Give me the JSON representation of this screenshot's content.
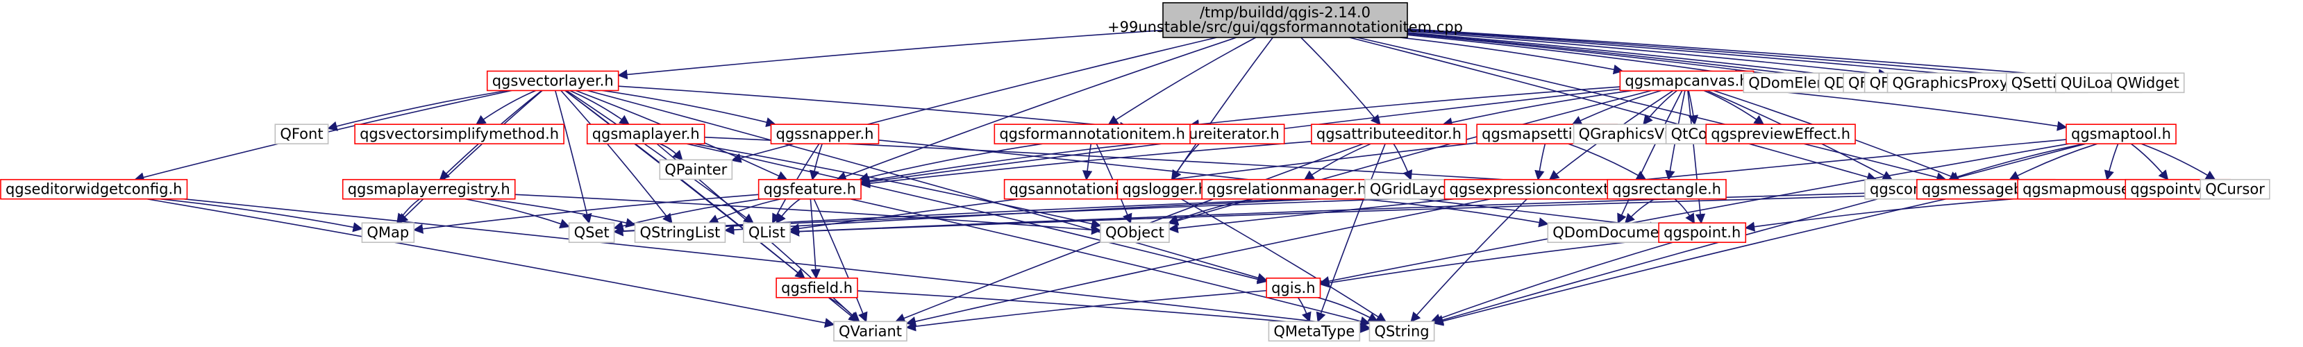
{
  "root": {
    "line1": "/tmp/buildd/qgis-2.14.0",
    "line2": "+99unstable/src/gui/qgsformannotationitem.cpp"
  },
  "colors": {
    "root_fill": "#bfbfbf",
    "root_stroke": "#000000",
    "documented_stroke": "#ff0000",
    "external_stroke": "#bfbfbf",
    "edge": "#191970",
    "background": "#ffffff"
  },
  "nodes": [
    {
      "id": "qgsvectorlayer",
      "label": "qgsvectorlayer.h",
      "kind": "documented"
    },
    {
      "id": "qgsmapcanvas",
      "label": "qgsmapcanvas.h",
      "kind": "documented"
    },
    {
      "id": "qdomelement",
      "label": "QDomElement",
      "kind": "external"
    },
    {
      "id": "qdir",
      "label": "QDir",
      "kind": "external"
    },
    {
      "id": "qfile",
      "label": "QFile",
      "kind": "external"
    },
    {
      "id": "qfileinfo",
      "label": "QFileInfo",
      "kind": "external"
    },
    {
      "id": "qgraphicsproxywidget",
      "label": "QGraphicsProxyWidget",
      "kind": "external"
    },
    {
      "id": "qsettings",
      "label": "QSettings",
      "kind": "external"
    },
    {
      "id": "quiloader",
      "label": "QUiLoader",
      "kind": "external"
    },
    {
      "id": "qwidget",
      "label": "QWidget",
      "kind": "external"
    },
    {
      "id": "qfont",
      "label": "QFont",
      "kind": "external"
    },
    {
      "id": "qgsvectorsimplifymethod",
      "label": "qgsvectorsimplifymethod.h",
      "kind": "documented"
    },
    {
      "id": "qgsmaplayer",
      "label": "qgsmaplayer.h",
      "kind": "documented"
    },
    {
      "id": "qgssnapper",
      "label": "qgssnapper.h",
      "kind": "documented"
    },
    {
      "id": "qgsfeatureiterator",
      "label": "qgsfeatureiterator.h",
      "kind": "documented"
    },
    {
      "id": "qgsformannotationitem",
      "label": "qgsformannotationitem.h",
      "kind": "documented"
    },
    {
      "id": "qgsattributeeditor",
      "label": "qgsattributeeditor.h",
      "kind": "documented"
    },
    {
      "id": "qgsmapsettings",
      "label": "qgsmapsettings.h",
      "kind": "documented"
    },
    {
      "id": "qgraphicsview",
      "label": "QGraphicsView",
      "kind": "external"
    },
    {
      "id": "qtcore",
      "label": "QtCore",
      "kind": "external"
    },
    {
      "id": "qgspreviewEffect",
      "label": "qgspreviewEffect.h",
      "kind": "documented"
    },
    {
      "id": "qgsmaptool",
      "label": "qgsmaptool.h",
      "kind": "documented"
    },
    {
      "id": "qgseditorwidgetconfig",
      "label": "qgseditorwidgetconfig.h",
      "kind": "documented"
    },
    {
      "id": "qpainter",
      "label": "QPainter",
      "kind": "external"
    },
    {
      "id": "qgsmaplayerregistry",
      "label": "qgsmaplayerregistry.h",
      "kind": "documented"
    },
    {
      "id": "qgsfeature",
      "label": "qgsfeature.h",
      "kind": "documented"
    },
    {
      "id": "qgsannotationitem",
      "label": "qgsannotationitem.h",
      "kind": "documented"
    },
    {
      "id": "qgslogger",
      "label": "qgslogger.h",
      "kind": "documented"
    },
    {
      "id": "qgsrelationmanager",
      "label": "qgsrelationmanager.h",
      "kind": "documented"
    },
    {
      "id": "qgridlayout",
      "label": "QGridLayout",
      "kind": "external"
    },
    {
      "id": "qgsexpressioncontext",
      "label": "qgsexpressioncontext.h",
      "kind": "documented"
    },
    {
      "id": "qgsrectangle",
      "label": "qgsrectangle.h",
      "kind": "documented"
    },
    {
      "id": "qgsconfig",
      "label": "qgsconfig.h",
      "kind": "external"
    },
    {
      "id": "qgsmessagebar",
      "label": "qgsmessagebar.h",
      "kind": "documented"
    },
    {
      "id": "qgsmapmouseevent",
      "label": "qgsmapmouseevent.h",
      "kind": "documented"
    },
    {
      "id": "qgspointv2",
      "label": "qgspointv2.h",
      "kind": "documented"
    },
    {
      "id": "qcursor",
      "label": "QCursor",
      "kind": "external"
    },
    {
      "id": "qmap",
      "label": "QMap",
      "kind": "external"
    },
    {
      "id": "qset",
      "label": "QSet",
      "kind": "external"
    },
    {
      "id": "qstringlist",
      "label": "QStringList",
      "kind": "external"
    },
    {
      "id": "qlist",
      "label": "QList",
      "kind": "external"
    },
    {
      "id": "qobject",
      "label": "QObject",
      "kind": "external"
    },
    {
      "id": "qdomdocument",
      "label": "QDomDocument",
      "kind": "external"
    },
    {
      "id": "qgspoint",
      "label": "qgspoint.h",
      "kind": "documented"
    },
    {
      "id": "qgsfield",
      "label": "qgsfield.h",
      "kind": "documented"
    },
    {
      "id": "qgis",
      "label": "qgis.h",
      "kind": "documented"
    },
    {
      "id": "qvariant",
      "label": "QVariant",
      "kind": "external"
    },
    {
      "id": "qmetatype",
      "label": "QMetaType",
      "kind": "external"
    },
    {
      "id": "qstring",
      "label": "QString",
      "kind": "external"
    }
  ],
  "edges": [
    [
      "root",
      "qgsvectorlayer"
    ],
    [
      "root",
      "qgsmapcanvas"
    ],
    [
      "root",
      "qdomelement"
    ],
    [
      "root",
      "qdir"
    ],
    [
      "root",
      "qfile"
    ],
    [
      "root",
      "qfileinfo"
    ],
    [
      "root",
      "qgraphicsproxywidget"
    ],
    [
      "root",
      "qsettings"
    ],
    [
      "root",
      "quiloader"
    ],
    [
      "root",
      "qwidget"
    ],
    [
      "root",
      "qgsformannotationitem"
    ],
    [
      "root",
      "qgsattributeeditor"
    ],
    [
      "root",
      "qgsfeature"
    ],
    [
      "root",
      "qgslogger"
    ],
    [
      "root",
      "qpainter"
    ],
    [
      "root",
      "qgsconfig"
    ],
    [
      "root",
      "qgsmessagebar"
    ],
    [
      "qgsvectorlayer",
      "qfont"
    ],
    [
      "qgsvectorlayer",
      "qgsvectorsimplifymethod"
    ],
    [
      "qgsvectorlayer",
      "qgsmaplayer"
    ],
    [
      "qgsvectorlayer",
      "qgssnapper"
    ],
    [
      "qgsvectorlayer",
      "qgsfeatureiterator"
    ],
    [
      "qgsvectorlayer",
      "qgseditorwidgetconfig"
    ],
    [
      "qgsvectorlayer",
      "qgsmaplayerregistry"
    ],
    [
      "qgsvectorlayer",
      "qgsfeature"
    ],
    [
      "qgsvectorlayer",
      "qmap"
    ],
    [
      "qgsvectorlayer",
      "qset"
    ],
    [
      "qgsvectorlayer",
      "qstringlist"
    ],
    [
      "qgsvectorlayer",
      "qlist"
    ],
    [
      "qgsvectorlayer",
      "qgsfield"
    ],
    [
      "qgsvectorlayer",
      "qgis"
    ],
    [
      "qgsvectorlayer",
      "qvariant"
    ],
    [
      "qgsmaplayer",
      "qpainter"
    ],
    [
      "qgsmaplayer",
      "qgsrectangle"
    ],
    [
      "qgsmaplayer",
      "qobject"
    ],
    [
      "qgsmaplayer",
      "qgis"
    ],
    [
      "qgsmaplayer",
      "qvariant"
    ],
    [
      "qgssnapper",
      "qgsfeature"
    ],
    [
      "qgssnapper",
      "qlist"
    ],
    [
      "qgssnapper",
      "qgspoint"
    ],
    [
      "qgsfeatureiterator",
      "qgsfeature"
    ],
    [
      "qgsfeatureiterator",
      "qgslogger"
    ],
    [
      "qgsmapcanvas",
      "qgsformannotationitem"
    ],
    [
      "qgsmapcanvas",
      "qgsattributeeditor"
    ],
    [
      "qgsmapcanvas",
      "qgsmapsettings"
    ],
    [
      "qgsmapcanvas",
      "qgraphicsview"
    ],
    [
      "qgsmapcanvas",
      "qtcore"
    ],
    [
      "qgsmapcanvas",
      "qgspreviewEffect"
    ],
    [
      "qgsmapcanvas",
      "qgsmaptool"
    ],
    [
      "qgsmapcanvas",
      "qgsconfig"
    ],
    [
      "qgsmapcanvas",
      "qgsmessagebar"
    ],
    [
      "qgsmapcanvas",
      "qgsrectangle"
    ],
    [
      "qgsmapcanvas",
      "qgspoint"
    ],
    [
      "qgsmapcanvas",
      "qdomdocument"
    ],
    [
      "qgsmapcanvas",
      "qgsexpressioncontext"
    ],
    [
      "qgsmapcanvas",
      "qgsfeature"
    ],
    [
      "qgsmapcanvas",
      "qobject"
    ],
    [
      "qgsformannotationitem",
      "qgsfeature"
    ],
    [
      "qgsformannotationitem",
      "qgsannotationitem"
    ],
    [
      "qgsformannotationitem",
      "qobject"
    ],
    [
      "qgsattributeeditor",
      "qgsfeature"
    ],
    [
      "qgsattributeeditor",
      "qgsrelationmanager"
    ],
    [
      "qgsattributeeditor",
      "qgridlayout"
    ],
    [
      "qgsattributeeditor",
      "qvariant"
    ],
    [
      "qgsattributeeditor",
      "qmetatype"
    ],
    [
      "qgsmapsettings",
      "qgsexpressioncontext"
    ],
    [
      "qgsmapsettings",
      "qgsrectangle"
    ],
    [
      "qgsmapsettings",
      "qlist"
    ],
    [
      "qgsmaptool",
      "qgsconfig"
    ],
    [
      "qgsmaptool",
      "qgsmessagebar"
    ],
    [
      "qgsmaptool",
      "qgsmapmouseevent"
    ],
    [
      "qgsmaptool",
      "qgspointv2"
    ],
    [
      "qgsmaptool",
      "qcursor"
    ],
    [
      "qgsmaptool",
      "qstring"
    ],
    [
      "qgsmaptool",
      "qobject"
    ],
    [
      "qgsmaptool",
      "qgis"
    ],
    [
      "qgseditorwidgetconfig",
      "qmap"
    ],
    [
      "qgseditorwidgetconfig",
      "qstring"
    ],
    [
      "qgseditorwidgetconfig",
      "qvariant"
    ],
    [
      "qgsmaplayerregistry",
      "qmap"
    ],
    [
      "qgsmaplayerregistry",
      "qset"
    ],
    [
      "qgsmaplayerregistry",
      "qstringlist"
    ],
    [
      "qgsmaplayerregistry",
      "qobject"
    ],
    [
      "qgsfeature",
      "qmap"
    ],
    [
      "qgsfeature",
      "qset"
    ],
    [
      "qgsfeature",
      "qlist"
    ],
    [
      "qgsfeature",
      "qstringlist"
    ],
    [
      "qgsfeature",
      "qgsfield"
    ],
    [
      "qgsfeature",
      "qvariant"
    ],
    [
      "qgsfeature",
      "qstring"
    ],
    [
      "qgslogger",
      "qstring"
    ],
    [
      "qgsrelationmanager",
      "qobject"
    ],
    [
      "qgsrelationmanager",
      "qdomdocument"
    ],
    [
      "qgsexpressioncontext",
      "qset"
    ],
    [
      "qgsexpressioncontext",
      "qstringlist"
    ],
    [
      "qgsexpressioncontext",
      "qstring"
    ],
    [
      "qgsexpressioncontext",
      "qvariant"
    ],
    [
      "qgsrectangle",
      "qdomdocument"
    ],
    [
      "qgsrectangle",
      "qgspoint"
    ],
    [
      "qgsrectangle",
      "qset"
    ],
    [
      "qgsmessagebar",
      "qlist"
    ],
    [
      "qgsmessagebar",
      "qstring"
    ],
    [
      "qgsmapmouseevent",
      "qgspoint"
    ],
    [
      "qgsmapmouseevent",
      "qlist"
    ],
    [
      "qgspoint",
      "qgis"
    ],
    [
      "qgspoint",
      "qstring"
    ],
    [
      "qgspoint",
      "qdomdocument"
    ],
    [
      "qgsfield",
      "qvariant"
    ],
    [
      "qgsfield",
      "qstring"
    ],
    [
      "qgis",
      "qvariant"
    ],
    [
      "qgis",
      "qmetatype"
    ],
    [
      "qgis",
      "qstring"
    ]
  ]
}
